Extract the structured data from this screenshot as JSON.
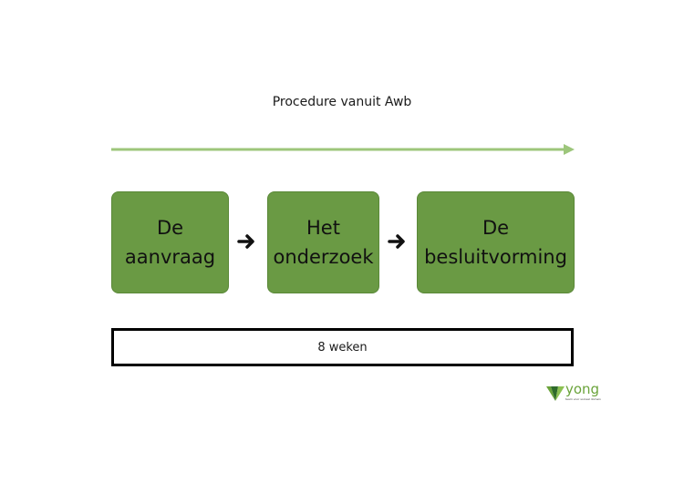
{
  "title": "Procedure vanuit Awb",
  "steps": [
    {
      "label": "De\naanvraag"
    },
    {
      "label": "Het\nonderzoek"
    },
    {
      "label": "De\nbesluitvorming"
    }
  ],
  "duration": "8 weken",
  "logo": {
    "word": "yong",
    "tagline": "team voor sociaal domein"
  },
  "colors": {
    "step_fill": "#6a9a44",
    "step_border": "#5a8838",
    "timeline": "#9dc67b",
    "arrow": "#111111",
    "logo_green": "#6aa33a",
    "logo_dark": "#2f6b2b",
    "logo_text": "#6aa33a"
  }
}
